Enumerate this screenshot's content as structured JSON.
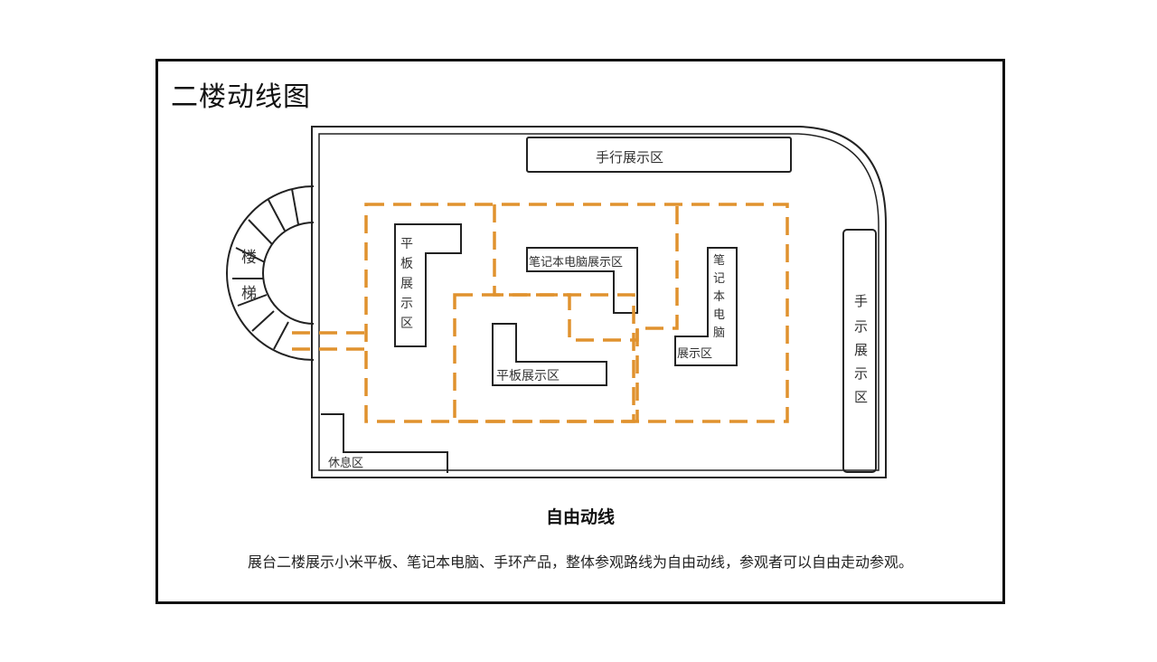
{
  "title": "二楼动线图",
  "caption": "自由动线",
  "description": "展台二楼展示小米平板、笔记本电脑、手环产品，整体参观路线为自由动线，参观者可以自由走动参观。",
  "labels": {
    "top_zone": "手行展示区",
    "right_zone": "手示展示区",
    "tablet_left": "平板展示区",
    "laptop_center": "笔记本电脑展示区",
    "laptop_right": "笔记本电脑展示区",
    "tablet_center": "平板展示区",
    "stairs": "楼梯",
    "rest": "休息区"
  },
  "colors": {
    "route": "#e0922e",
    "wall": "#222222"
  }
}
